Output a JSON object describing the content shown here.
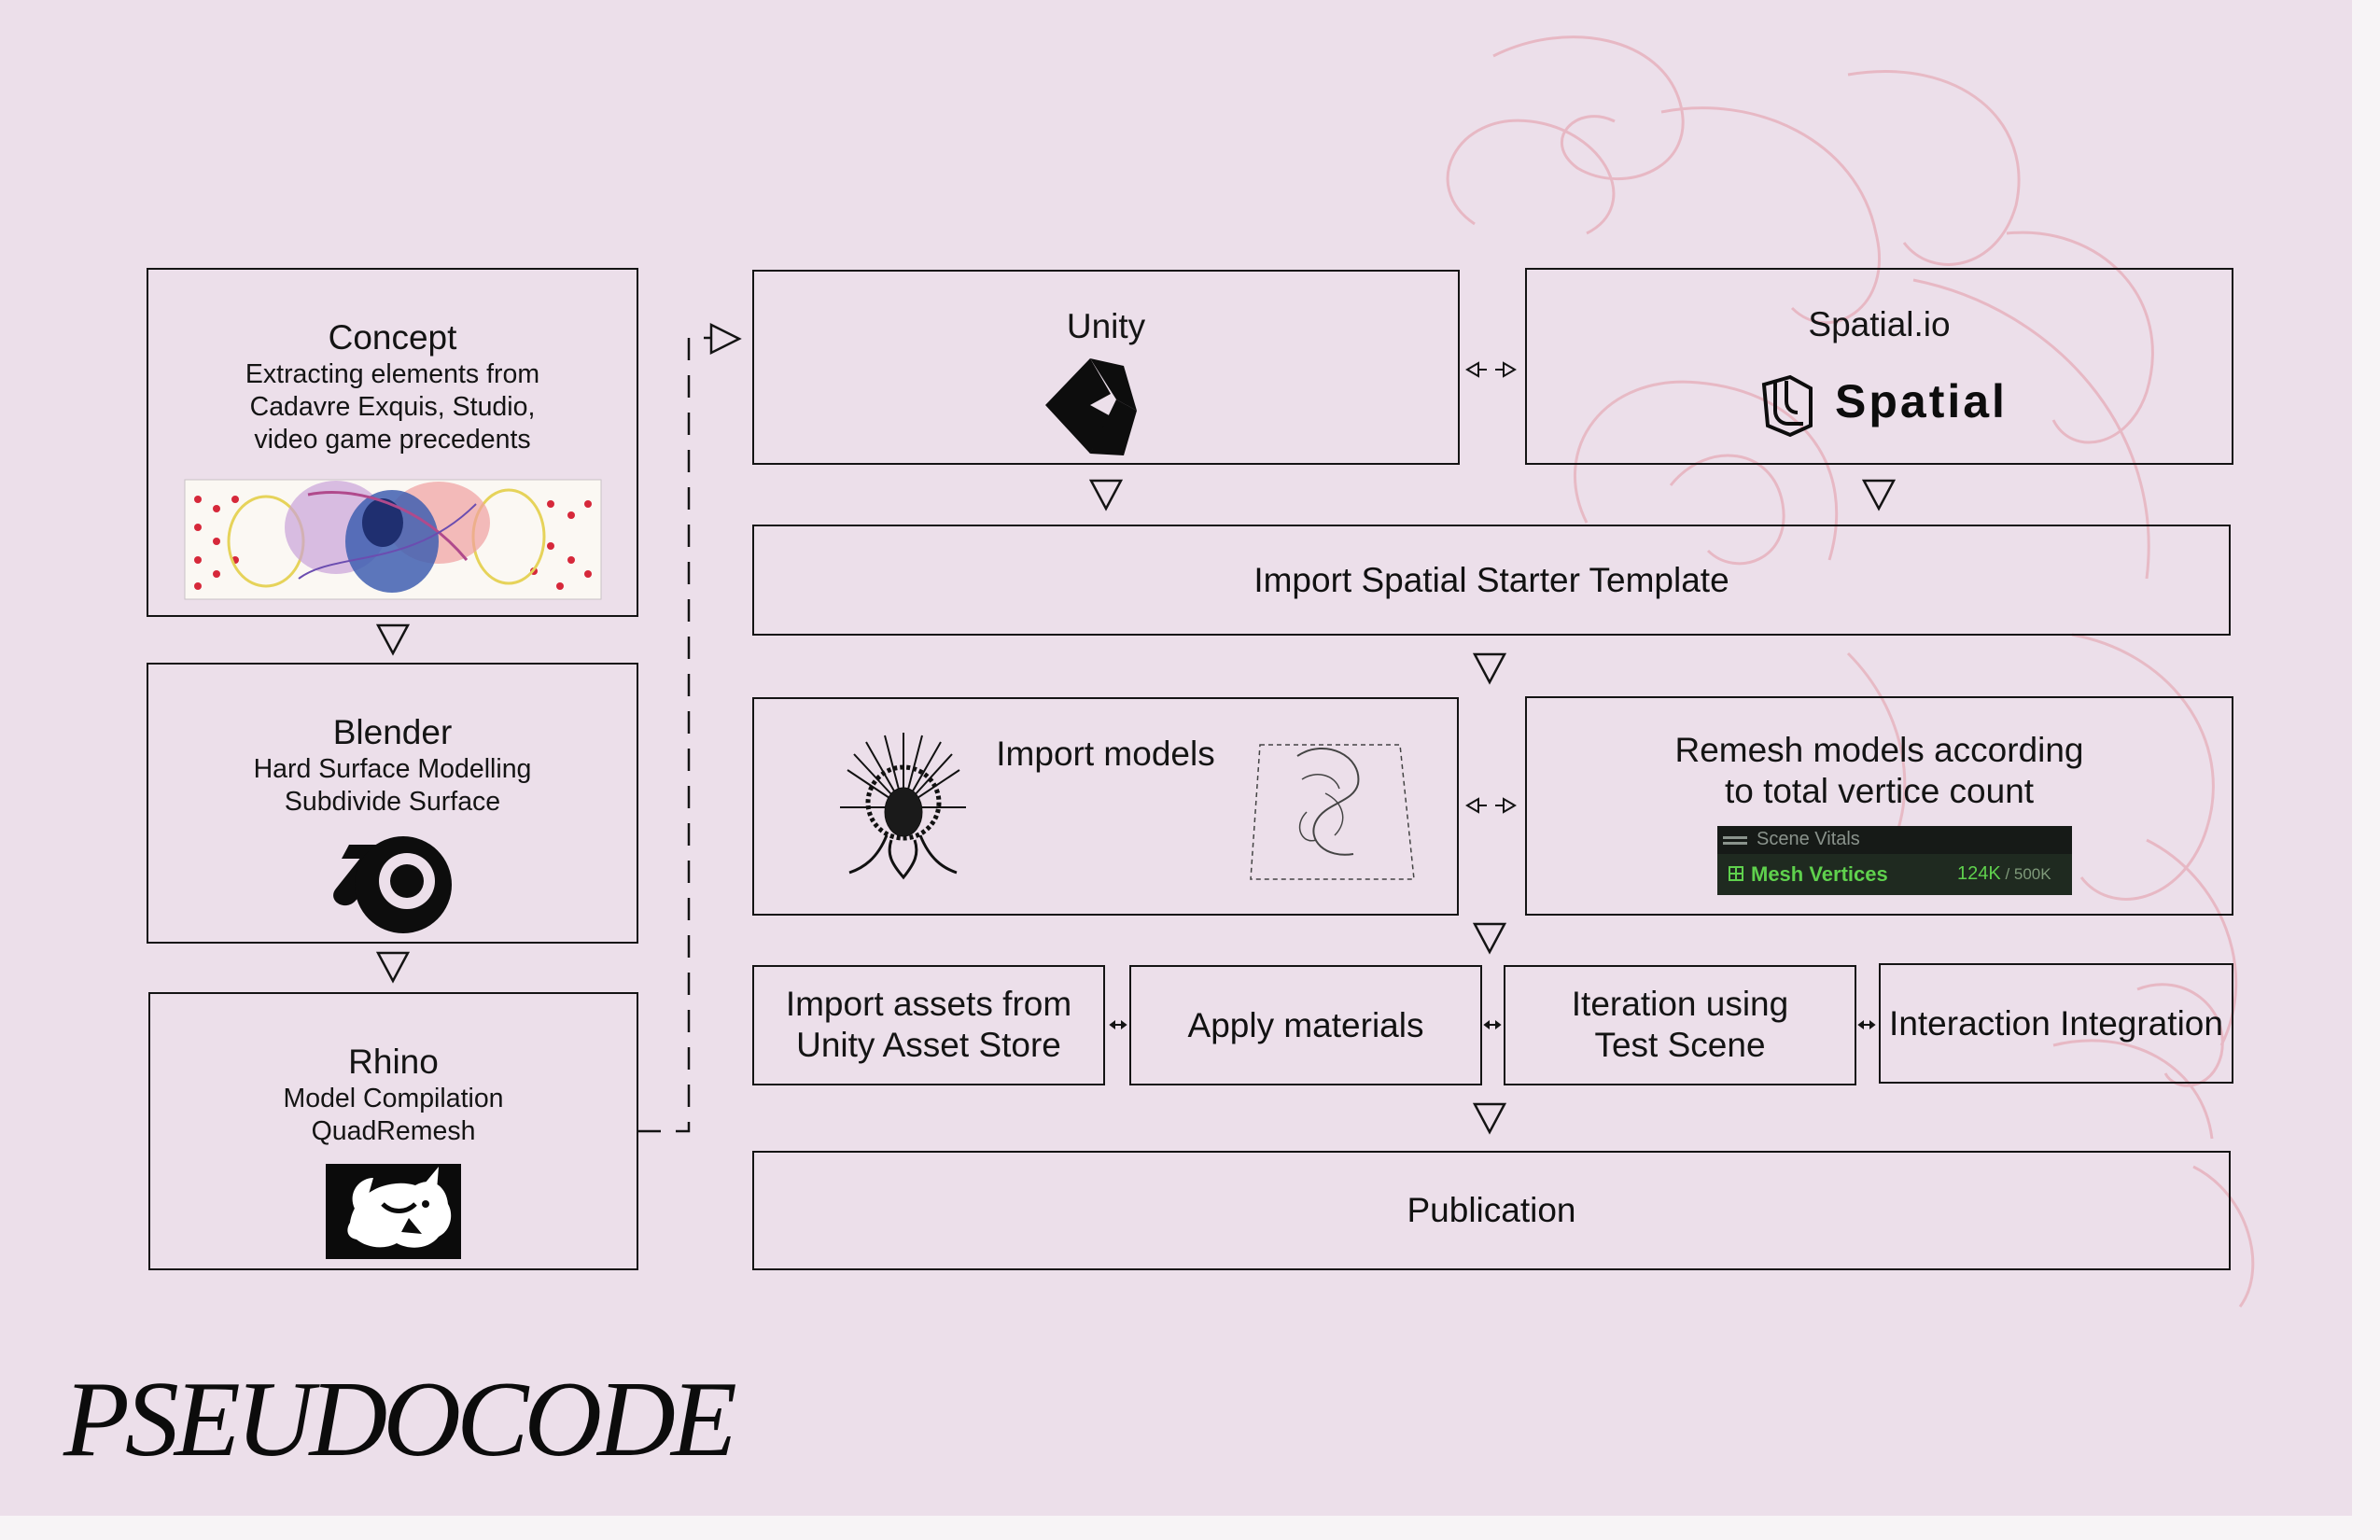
{
  "colors": {
    "background": "#ecdfea",
    "stroke": "#141414",
    "sketch": "#e39aa6",
    "vitals_green": "#5fd14d"
  },
  "concept": {
    "title": "Concept",
    "lines": [
      "Extracting elements from",
      "Cadavre Exquis, Studio,",
      "video game precedents"
    ]
  },
  "blender": {
    "title": "Blender",
    "lines": [
      "Hard Surface Modelling",
      "Subdivide Surface"
    ]
  },
  "rhino": {
    "title": "Rhino",
    "lines": [
      "Model Compilation",
      "QuadRemesh"
    ]
  },
  "unity": {
    "title": "Unity",
    "icon": "unity-logo-icon"
  },
  "spatial": {
    "title": "Spatial.io",
    "logo_text": "Spatial",
    "icon": "spatial-logo-icon"
  },
  "import_template": {
    "label": "Import Spatial Starter Template"
  },
  "import_models": {
    "label": "Import models"
  },
  "remesh": {
    "lines": [
      "Remesh models according",
      "to total vertice count"
    ]
  },
  "scene_vitals": {
    "header": "Scene Vitals",
    "label": "Mesh Vertices",
    "value": "124K",
    "max": " / 500K"
  },
  "steps": {
    "asset_store": {
      "lines": [
        "Import assets from",
        "Unity Asset Store"
      ]
    },
    "materials": {
      "label": "Apply materials"
    },
    "iteration": {
      "lines": [
        "Iteration using",
        "Test Scene"
      ]
    },
    "interaction": {
      "label": "Interaction Integration"
    }
  },
  "publication": {
    "label": "Publication"
  },
  "footer": {
    "title": "PSEUDOCODE"
  }
}
